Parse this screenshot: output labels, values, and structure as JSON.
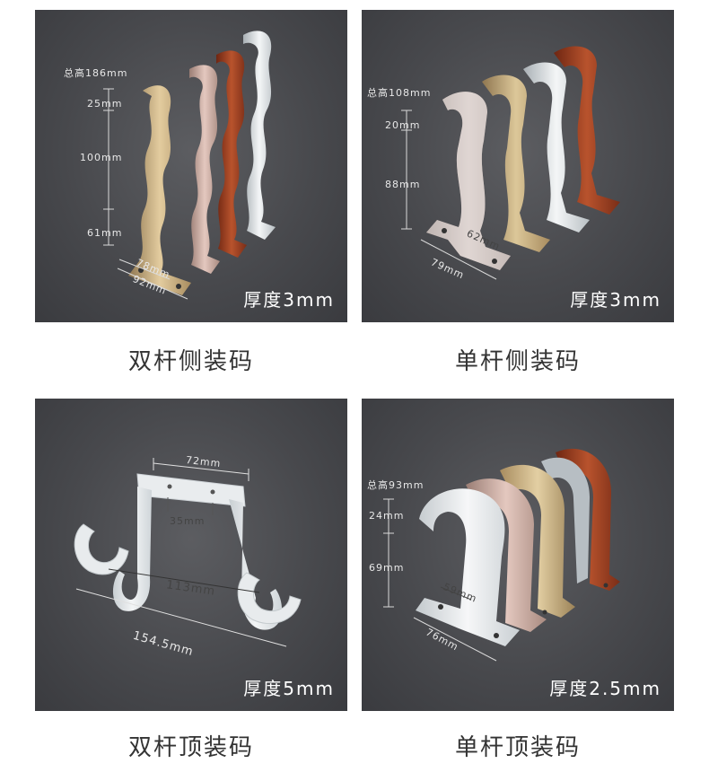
{
  "panels": [
    {
      "caption": "双杆侧装码",
      "thickness": "厚度3mm",
      "dims": {
        "total": "总高186mm",
        "top": "25mm",
        "middle": "100mm",
        "bottom": "61mm",
        "base_a": "78mm",
        "base_b": "92mm"
      }
    },
    {
      "caption": "单杆侧装码",
      "thickness": "厚度3mm",
      "dims": {
        "total": "总高108mm",
        "top": "20mm",
        "middle": "88mm",
        "base_a": "62mm",
        "base_b": "79mm"
      }
    },
    {
      "caption": "双杆顶装码",
      "thickness": "厚度5mm",
      "dims": {
        "width": "72mm",
        "hole": "35mm",
        "span": "113mm",
        "total": "154.5mm"
      }
    },
    {
      "caption": "单杆顶装码",
      "thickness": "厚度2.5mm",
      "dims": {
        "total": "总高93mm",
        "top": "24mm",
        "middle": "69mm",
        "base_a": "59mm",
        "base_b": "76mm"
      }
    }
  ],
  "finish_colors": {
    "gold": "#c9ad7d",
    "rose": "#c9a69b",
    "wood": "#9c3d22",
    "silver": "#dfe3e6"
  }
}
